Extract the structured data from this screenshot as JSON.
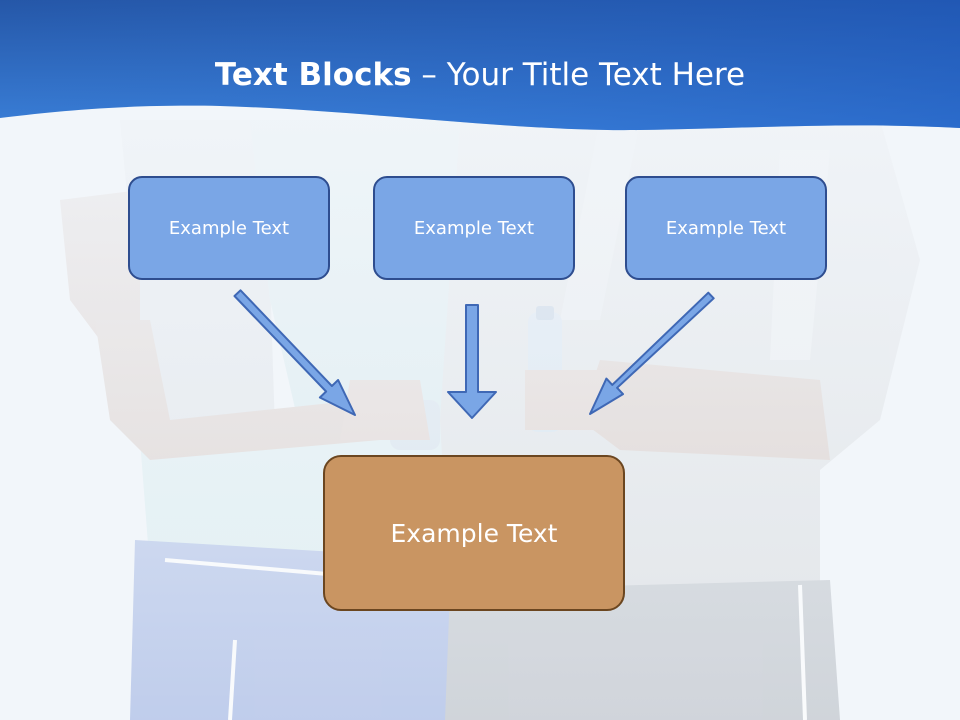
{
  "slide": {
    "title_bold": "Text Blocks",
    "title_dash": " – ",
    "title_rest": "Your Title Text Here"
  },
  "diagram": {
    "top_boxes": [
      {
        "label": "Example Text"
      },
      {
        "label": "Example Text"
      },
      {
        "label": "Example Text"
      }
    ],
    "bottom_box": {
      "label": "Example Text"
    }
  },
  "colors": {
    "header_blue": "#2f6fce",
    "box_fill": "#7aa6e6",
    "box_border": "#2e4d8f",
    "arrow_fill": "#7aa6e6",
    "arrow_stroke": "#3f68b5",
    "bottom_fill": "#c99562",
    "bottom_border": "#6b4620"
  }
}
